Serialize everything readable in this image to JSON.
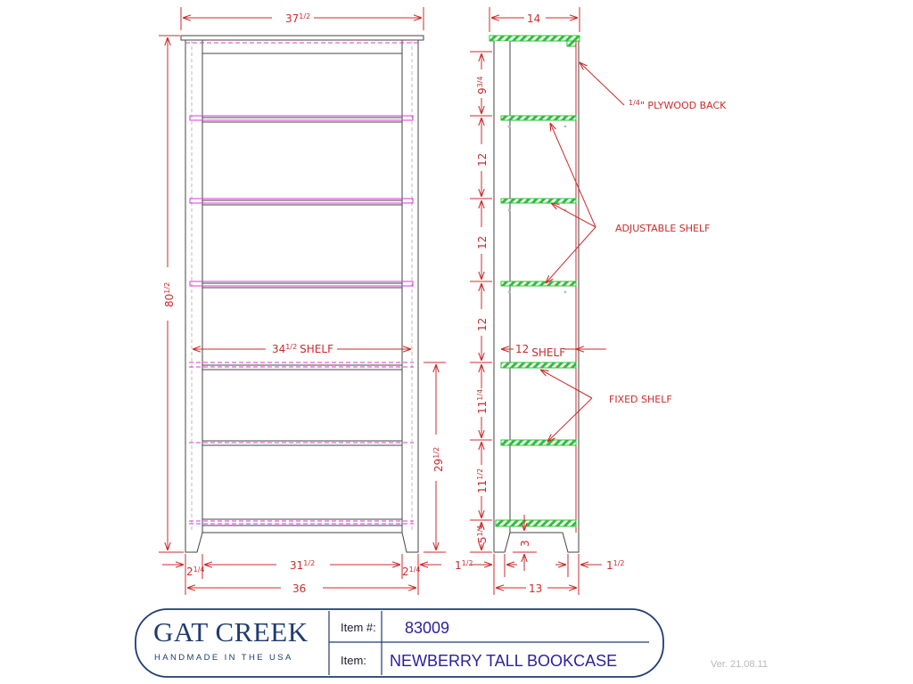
{
  "colors": {
    "dimension": "#cc2b2b",
    "outline": "#444444",
    "hatch_green": "#2fbf3a",
    "peg_magenta": "#d93ad9",
    "title_blue": "#1f3b73",
    "value_blue": "#2a1f9e"
  },
  "front_view": {
    "overall_width": {
      "whole": "37",
      "frac": "1/2"
    },
    "overall_height": {
      "whole": "80",
      "frac": "1/2"
    },
    "shelf_width_label": {
      "whole": "34",
      "frac": "1/2",
      "suffix": "SHELF"
    },
    "lower_height": {
      "whole": "29",
      "frac": "1/2"
    },
    "side_left": {
      "whole": "2",
      "frac": "1/4"
    },
    "inner_width": {
      "whole": "31",
      "frac": "1/2"
    },
    "side_right": {
      "whole": "2",
      "frac": "1/4"
    },
    "base_width": {
      "whole": "36",
      "frac": ""
    }
  },
  "side_view": {
    "depth_top": {
      "whole": "14",
      "frac": ""
    },
    "spacings": [
      {
        "whole": "9",
        "frac": "3/4"
      },
      {
        "whole": "12",
        "frac": ""
      },
      {
        "whole": "12",
        "frac": ""
      },
      {
        "whole": "12",
        "frac": ""
      },
      {
        "whole": "11",
        "frac": "1/4"
      },
      {
        "whole": "11",
        "frac": "1/2"
      },
      {
        "whole": "5",
        "frac": "1/4"
      }
    ],
    "shelf_depth_label": {
      "whole": "12",
      "frac": "",
      "suffix": "SHELF"
    },
    "kick_height": {
      "whole": "3",
      "frac": ""
    },
    "left_offset": {
      "whole": "1",
      "frac": "1/2"
    },
    "right_offset": {
      "whole": "1",
      "frac": "1/2"
    },
    "base_depth": {
      "whole": "13",
      "frac": ""
    }
  },
  "callouts": {
    "back": {
      "frac": "1/4",
      "text": "\" PLYWOOD BACK"
    },
    "adjustable": "ADJUSTABLE SHELF",
    "fixed": "FIXED SHELF"
  },
  "title_block": {
    "brand": "GAT CREEK",
    "tagline": "HANDMADE IN THE USA",
    "item_no_label": "Item #:",
    "item_no": "83009",
    "item_label": "Item:",
    "item_name": "NEWBERRY TALL BOOKCASE"
  },
  "version": "Ver. 21.08.11"
}
